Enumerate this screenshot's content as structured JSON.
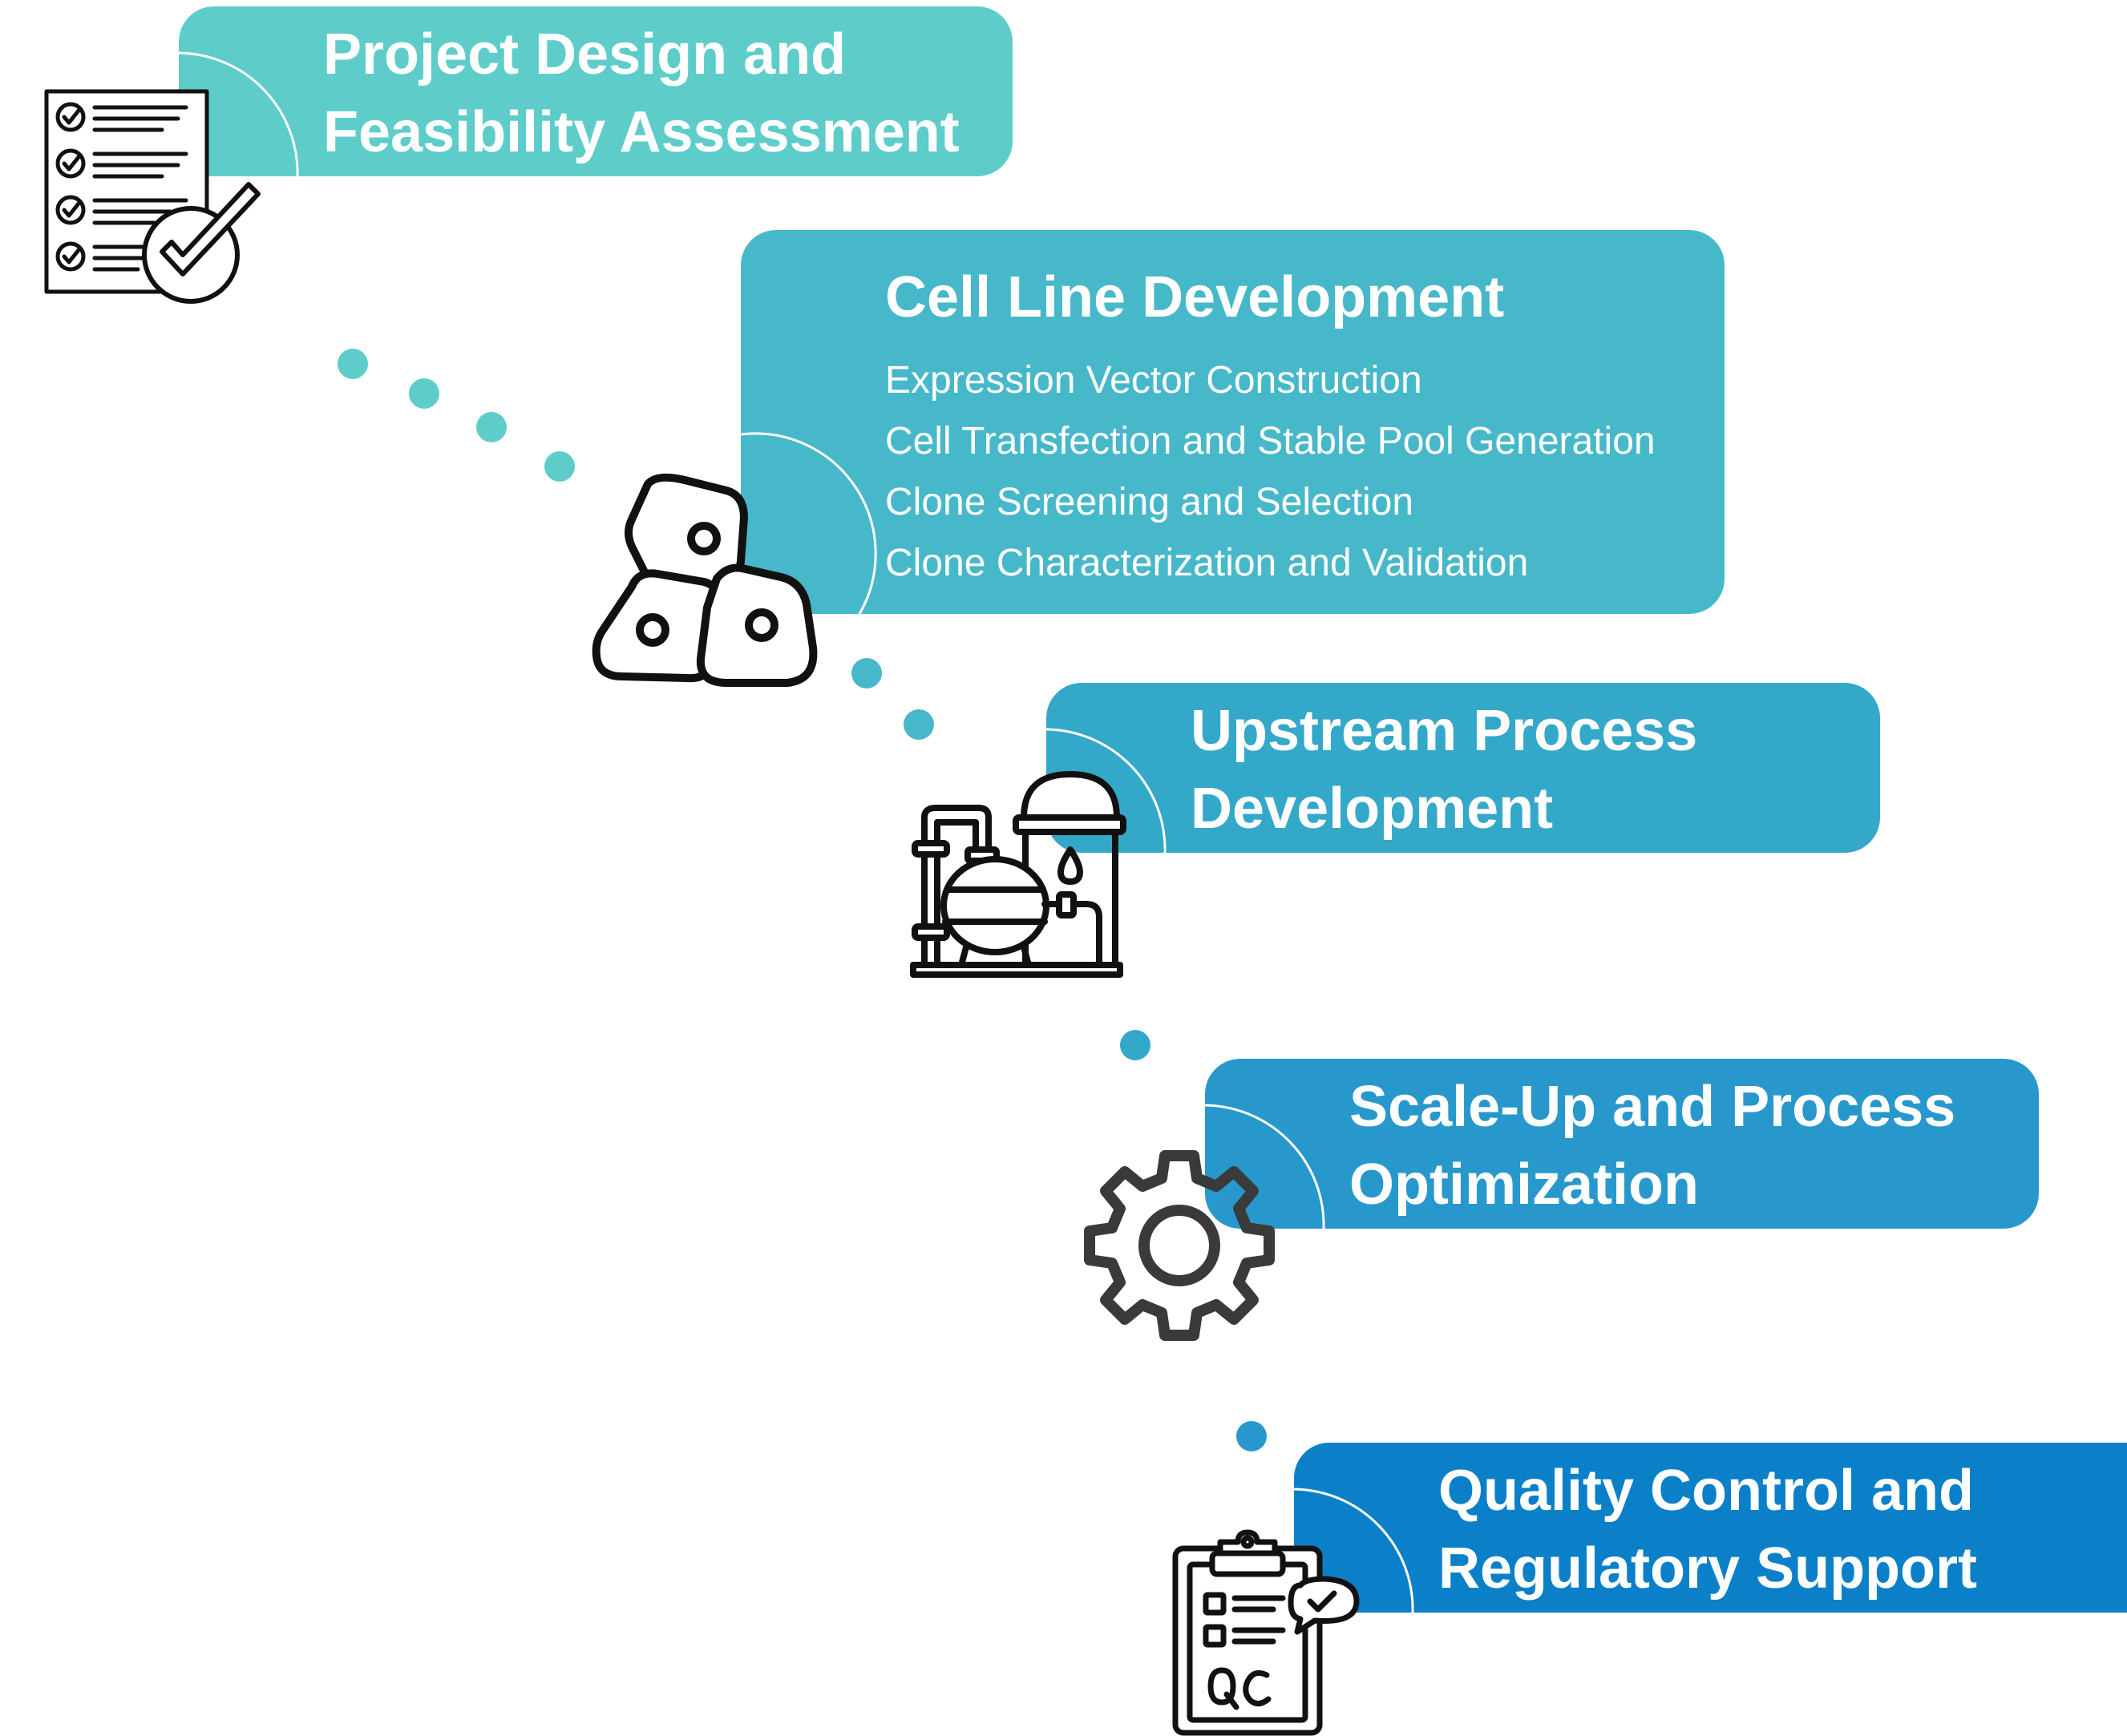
{
  "colors": {
    "step1": "#5ecdc9",
    "step2": "#47b8c9",
    "step3": "#34a8c9",
    "step4": "#2898cc",
    "step5": "#0b80c8",
    "icon": "#111111",
    "gear": "#3a3a3a"
  },
  "steps": [
    {
      "title_line1": "Project Design and",
      "title_line2": "Feasibility Assessment",
      "icon": "checklist-icon"
    },
    {
      "title": "Cell Line Development",
      "items": [
        "Expression Vector Construction",
        "Cell Transfection and Stable Pool Generation",
        "Clone Screening and Selection",
        "Clone Characterization and Validation"
      ],
      "icon": "cells-icon"
    },
    {
      "title_line1": "Upstream Process",
      "title_line2": "Development",
      "icon": "bioreactor-icon"
    },
    {
      "title_line1": "Scale-Up and Process",
      "title_line2": "Optimization",
      "icon": "gear-icon"
    },
    {
      "title_line1": "Quality Control and",
      "title_line2": "Regulatory Support",
      "icon": "qc-clipboard-icon"
    }
  ]
}
